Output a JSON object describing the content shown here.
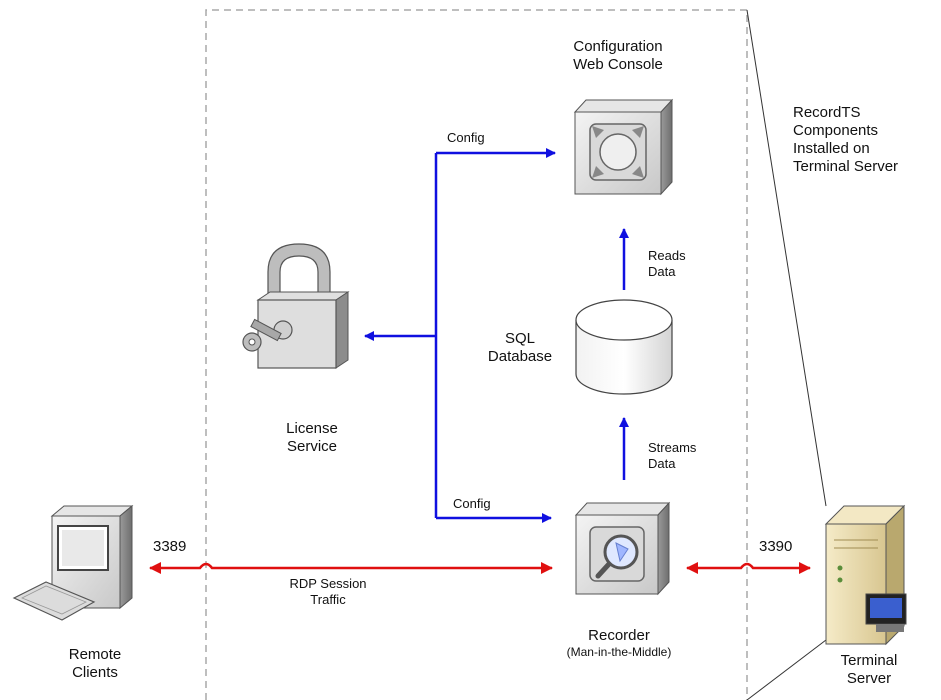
{
  "components": {
    "web_console": {
      "line1": "Configuration",
      "line2": "Web Console"
    },
    "sql_database": {
      "line1": "SQL",
      "line2": "Database"
    },
    "license_service": {
      "line1": "License",
      "line2": "Service"
    },
    "recorder": {
      "line1": "Recorder",
      "line2": "(Man-in-the-Middle)"
    },
    "remote_clients": {
      "line1": "Remote",
      "line2": "Clients"
    },
    "terminal_server": {
      "line1": "Terminal",
      "line2": "Server"
    }
  },
  "boundary_note": {
    "line1": "RecordTS",
    "line2": "Components",
    "line3": "Installed on",
    "line4": "Terminal Server"
  },
  "edges": {
    "config_top": "Config",
    "config_bottom": "Config",
    "reads_data": {
      "line1": "Reads",
      "line2": "Data"
    },
    "streams_data": {
      "line1": "Streams",
      "line2": "Data"
    },
    "rdp_session": {
      "line1": "RDP Session",
      "line2": "Traffic"
    },
    "port_client": "3389",
    "port_server": "3390"
  },
  "colors": {
    "config_arrow": "#1010e0",
    "rdp_arrow": "#e01010",
    "boundary": "#a8a8a8"
  },
  "icons": {
    "web_console": "server-cube-icon",
    "sql_database": "database-cylinder-icon",
    "license_service": "padlock-key-icon",
    "recorder": "server-magnifier-icon",
    "remote_clients": "desktop-computer-icon",
    "terminal_server": "tower-server-icon"
  }
}
